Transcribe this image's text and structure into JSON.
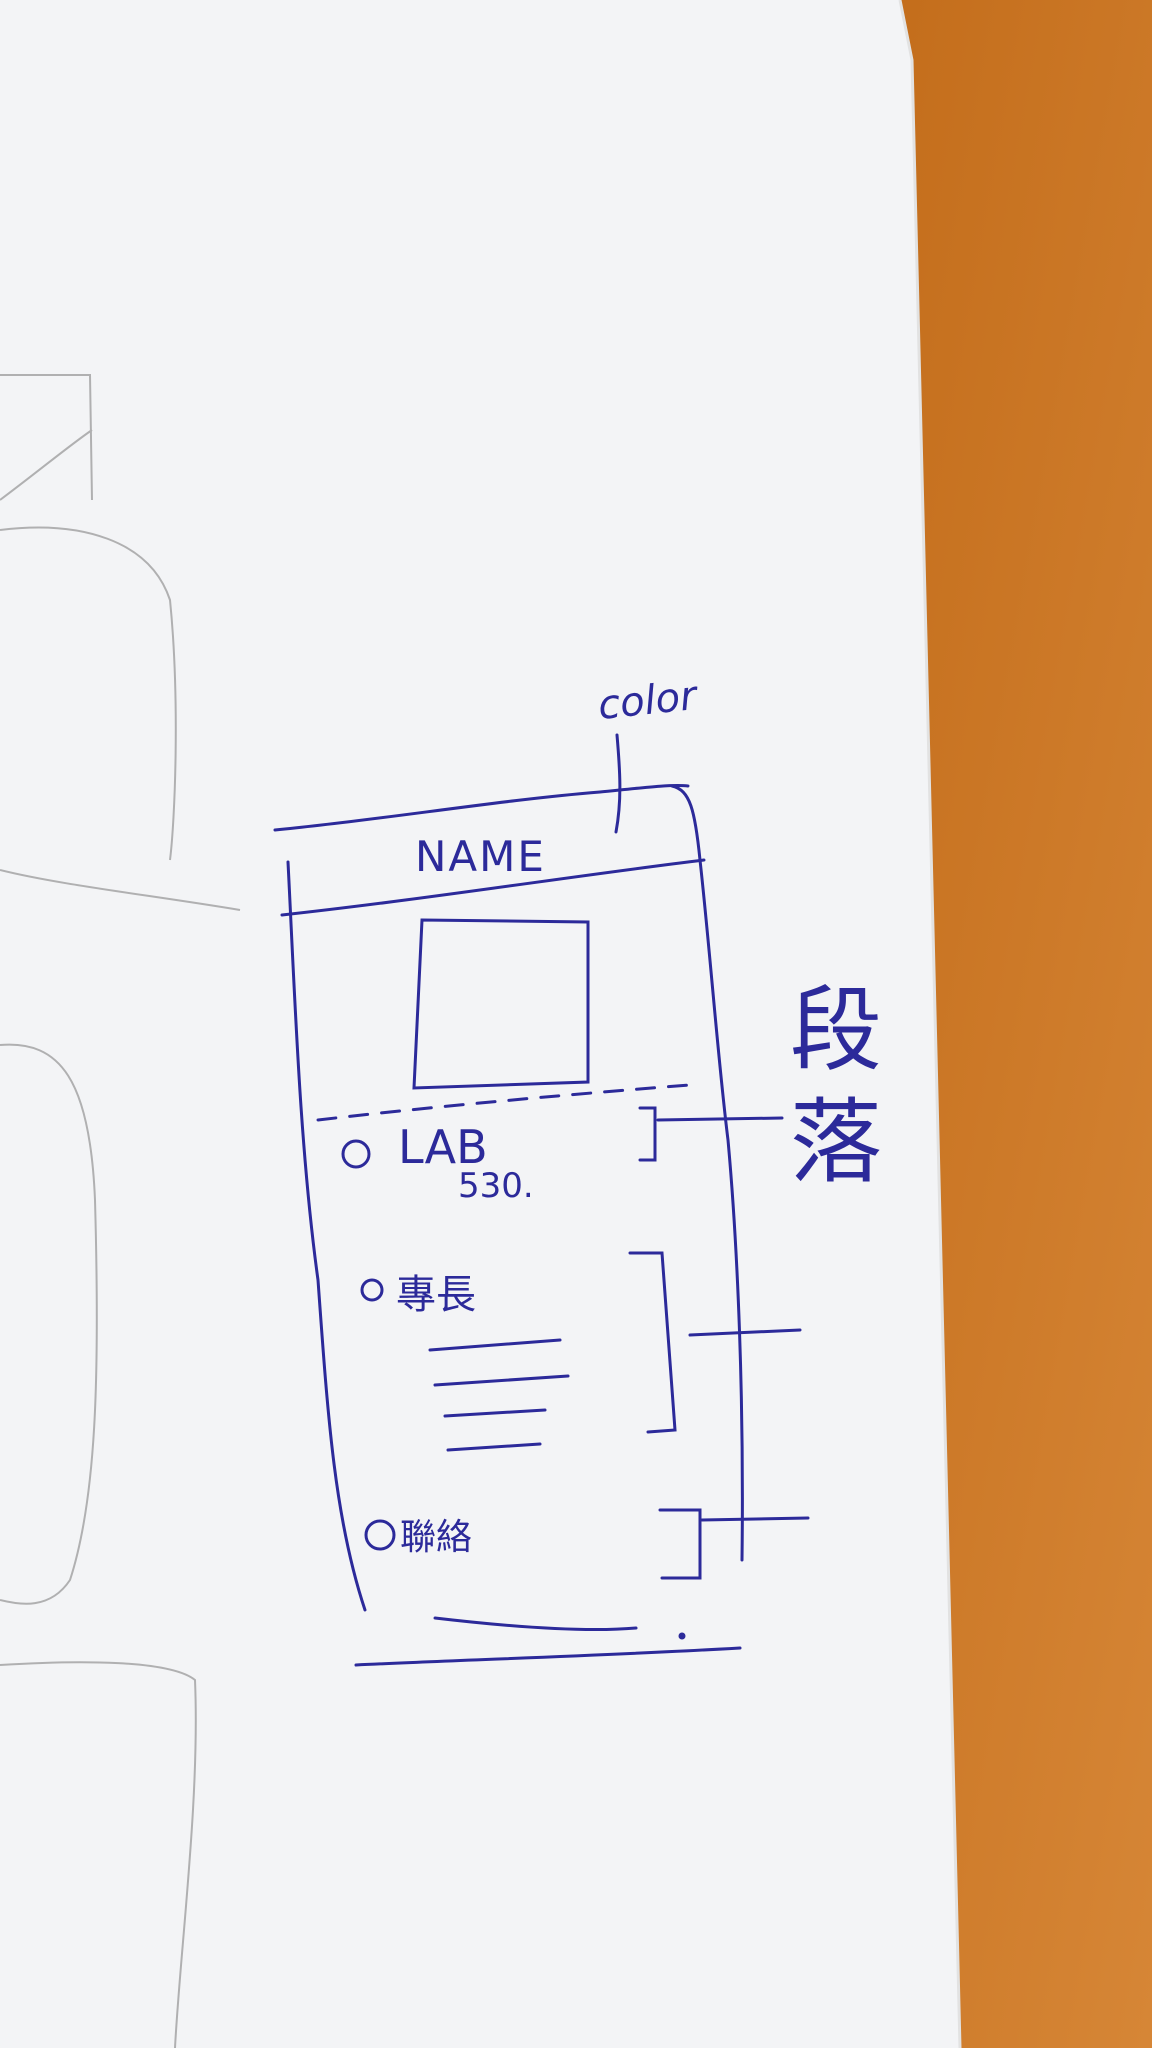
{
  "note": {
    "color_label": "color",
    "header_title": "NAME",
    "items": [
      {
        "label": "LAB",
        "sub": "530."
      },
      {
        "label": "專長"
      },
      {
        "label": "聯絡"
      }
    ],
    "side_annotation": "段落"
  },
  "colors": {
    "ink": "#2c2a9a",
    "pencil": "#8a8a8a",
    "paper": "#f4f5f7",
    "desk": "#c9761f"
  }
}
